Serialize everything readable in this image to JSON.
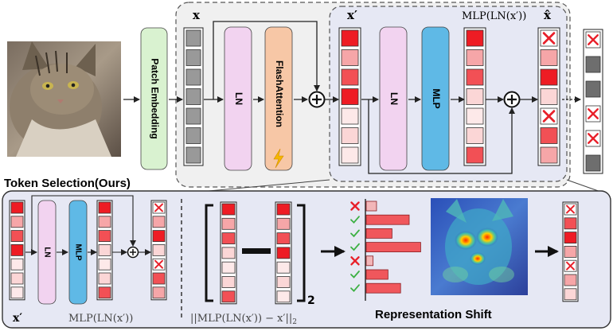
{
  "top": {
    "x_label": "x",
    "xprime_label": "x′",
    "mlp_top_label": "MLP(LN(x′))",
    "xhat_label": "x̂",
    "patch_embedding": "Patch Embedding",
    "ln": "LN",
    "flash_attention": "FlashAttention",
    "mlp": "MLP"
  },
  "bottom": {
    "section_title": "Token Selection(Ours)",
    "ln": "LN",
    "mlp": "MLP",
    "xprime_label": "x′",
    "mlp_label": "MLP(LN(x′))",
    "norm_formula": "||MLP(LN(x′)) − x′||",
    "norm_subscript": "2",
    "bracket_subscript": "2",
    "representation_shift": "Representation Shift"
  },
  "icons": {
    "cat_photo": "cat-photo",
    "heatmap": "attention-heatmap",
    "check": "check-mark-icon",
    "cross": "cross-mark-icon",
    "lightning": "lightning-icon"
  },
  "colors": {
    "patch_green": "#d9f2d0",
    "ln_pink": "#f2d3f0",
    "flash_orange": "#f7c7a6",
    "mlp_blue": "#5fb9e6",
    "panel_bg": "#e6e8f4",
    "cross_red": "#e8202a",
    "check_green": "#3cb043"
  },
  "chart_data": {
    "type": "bar",
    "orientation": "horizontal",
    "values": [
      0.18,
      0.75,
      0.45,
      0.95,
      0.12,
      0.38,
      0.6
    ],
    "selected": [
      false,
      true,
      true,
      true,
      false,
      true,
      true
    ],
    "xlabel": "",
    "ylabel": ""
  }
}
